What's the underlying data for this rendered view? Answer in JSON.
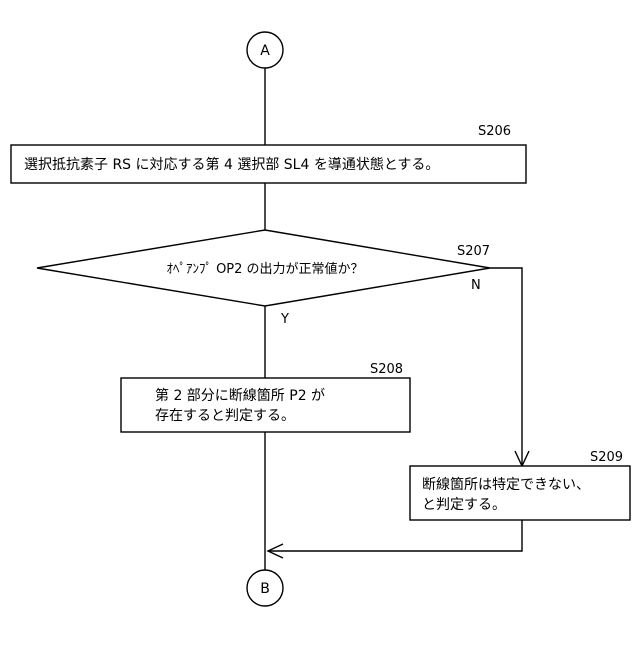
{
  "connectors": {
    "start": "A",
    "end": "B"
  },
  "steps": {
    "s206": {
      "id": "S206",
      "text": "選択抵抗素子 RS に対応する第 4 選択部 SL4 を導通状態とする。"
    },
    "s207": {
      "id": "S207",
      "text": "ｵﾍﾟｱﾝﾌﾟ OP2 の出力が正常値か？",
      "yes_label": "Y",
      "no_label": "N"
    },
    "s208": {
      "id": "S208",
      "lines": [
        "第 2 部分に断線箇所 P2 が",
        "存在すると判定する。"
      ]
    },
    "s209": {
      "id": "S209",
      "lines": [
        "断線箇所は特定できない、",
        "と判定する。"
      ]
    }
  }
}
